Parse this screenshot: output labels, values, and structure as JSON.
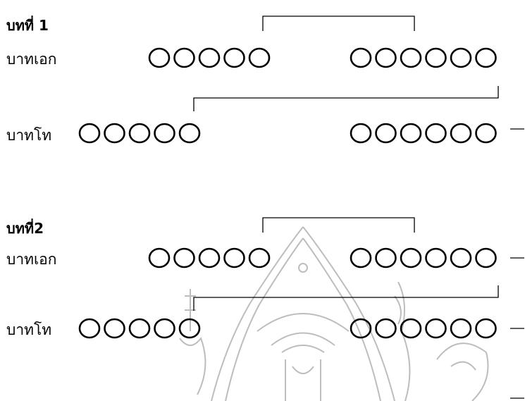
{
  "stanzas": [
    {
      "title": "บทที่ 1",
      "rows": [
        {
          "label": "บาทเอก",
          "left_circles": 5,
          "right_circles": 6
        },
        {
          "label": "บาทโท",
          "left_circles": 5,
          "right_circles": 6
        }
      ]
    },
    {
      "title": "บทที่2",
      "rows": [
        {
          "label": "บาทเอก",
          "left_circles": 5,
          "right_circles": 6
        },
        {
          "label": "บาทโท",
          "left_circles": 5,
          "right_circles": 6
        }
      ]
    }
  ],
  "colors": {
    "ink": "#000000",
    "watermark": "#bdbdbd"
  },
  "watermark_icon": "ganesha-seal-watermark"
}
